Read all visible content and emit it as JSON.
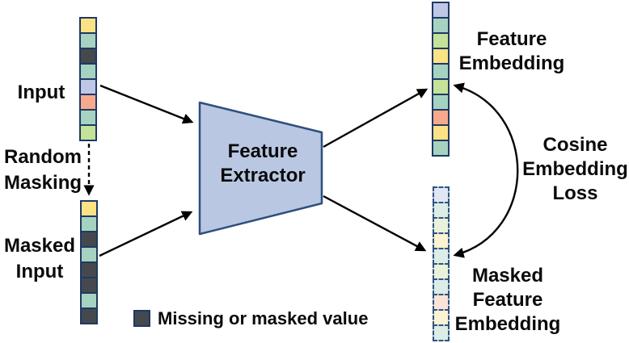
{
  "diagram": {
    "labels": {
      "input": "Input",
      "random_masking": "Random\nMasking",
      "masked_input": "Masked\nInput",
      "feature_extractor": "Feature\nExtractor",
      "feature_embedding": "Feature\nEmbedding",
      "cosine_embedding_loss": "Cosine\nEmbedding\nLoss",
      "masked_feature_embedding": "Masked\nFeature\nEmbedding"
    },
    "legend": {
      "label": "Missing or masked value",
      "swatch_meaning": "missing-or-masked-value",
      "swatch_color": "#45494e"
    },
    "palette": {
      "yellow": "#fae285",
      "teal": "#a5d3c0",
      "dark": "#45494e",
      "lavender": "#bec8e6",
      "salmon": "#f7a98c",
      "green": "#c5e299",
      "pale_lavender": "#e1e5f4",
      "pale_teal": "#dcede7",
      "pale_green": "#e9f2da",
      "pale_yellow": "#fbf3d2",
      "pale_pink": "#fbe3da",
      "cell_border": "#1f3864",
      "dashed_border": "#2f5380",
      "extractor_fill": "#b9c7e2",
      "extractor_stroke": "#2e4e7e",
      "arrow": "#000000"
    },
    "stacks": {
      "input": [
        "yellow",
        "teal",
        "dark",
        "teal",
        "lavender",
        "salmon",
        "teal",
        "green"
      ],
      "masked_input": [
        "yellow",
        "teal",
        "dark",
        "teal",
        "dark",
        "dark",
        "teal",
        "dark"
      ],
      "feature_embedding": [
        "lavender",
        "teal",
        "green",
        "yellow",
        "teal",
        "green",
        "teal",
        "salmon",
        "yellow",
        "teal"
      ],
      "masked_feature_embedding": [
        "pale_lavender",
        "pale_teal",
        "pale_green",
        "pale_yellow",
        "pale_teal",
        "pale_green",
        "pale_teal",
        "pale_pink",
        "pale_yellow",
        "pale_teal"
      ]
    }
  }
}
